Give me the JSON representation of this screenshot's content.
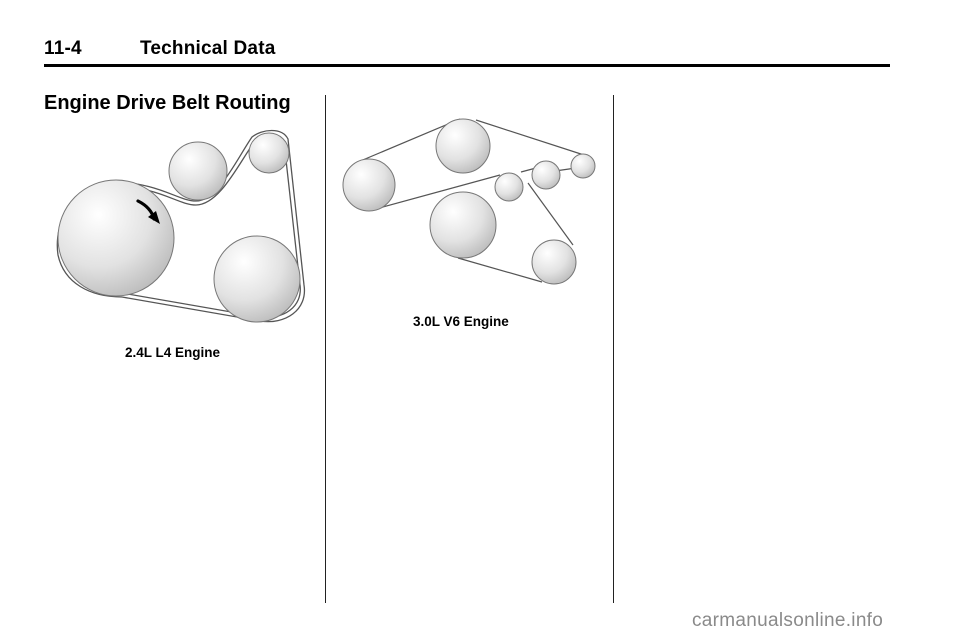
{
  "header": {
    "page_number": "11-4",
    "chapter_title": "Technical Data"
  },
  "section": {
    "title": "Engine Drive Belt Routing"
  },
  "diagrams": [
    {
      "caption": "2.4L L4 Engine",
      "belt_direction": "clockwise",
      "pulley_count": 4
    },
    {
      "caption": "3.0L V6 Engine",
      "pulley_count": 7
    }
  ],
  "watermark": {
    "text": "carmanualsonline.info"
  },
  "colors": {
    "pulley_fill": "#dcdcdc",
    "pulley_highlight": "#ffffff",
    "belt": "#555555",
    "rule": "#000000",
    "watermark": "#8a8a8a"
  }
}
